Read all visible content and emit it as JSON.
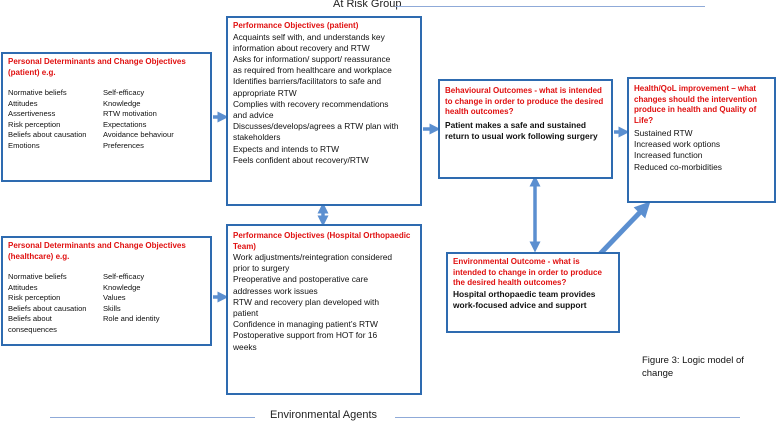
{
  "top_label": "At Risk Group",
  "bottom_label": "Environmental Agents",
  "boxes": {
    "pd_patient": {
      "title": "Personal Determinants and Change Objectives (patient) e.g.",
      "left": [
        "Normative beliefs",
        "Attitudes",
        "Assertiveness",
        "Risk perception",
        "Beliefs about causation",
        "Emotions"
      ],
      "right": [
        "Self-efficacy",
        "Knowledge",
        "RTW motivation",
        "Expectations",
        "Avoidance behaviour",
        "Preferences"
      ]
    },
    "pd_healthcare": {
      "title": "Personal Determinants and Change Objectives (healthcare) e.g.",
      "left": [
        "Normative beliefs",
        "Attitudes",
        "Risk perception",
        "Beliefs about causation",
        "Beliefs about consequences"
      ],
      "right": [
        "Self-efficacy",
        "Knowledge",
        "Values",
        "Skills",
        "Role and identity"
      ]
    },
    "po_patient": {
      "title": "Performance Objectives (patient)",
      "lines": [
        "Acquaints self with, and understands key",
        "information about recovery and RTW",
        "Asks for information/ support/ reassurance",
        "as required from healthcare and workplace",
        "Identifies barriers/facilitators to safe and",
        "appropriate RTW",
        "Complies with recovery recommendations",
        "and advice",
        "Discusses/develops/agrees a RTW plan with",
        "stakeholders",
        "Expects and intends to RTW",
        "Feels confident about recovery/RTW"
      ]
    },
    "po_hospital": {
      "title": "Performance Objectives (Hospital Orthopaedic Team)",
      "lines": [
        "Work adjustments/reintegration considered",
        "prior to surgery",
        "Preoperative and postoperative care",
        "addresses work issues",
        "RTW and recovery plan developed with",
        "patient",
        "Confidence in managing patient’s RTW",
        "Postoperative support from HOT for 16",
        "weeks"
      ]
    },
    "behavioural": {
      "title": "Behavioural Outcomes - what is intended to change in order to produce the desired health outcomes?",
      "lines": [
        "Patient makes a safe and sustained",
        "return to usual work following surgery"
      ]
    },
    "environmental": {
      "title": "Environmental Outcome - what is intended to change in order to produce the desired health outcomes?",
      "lines": [
        "Hospital orthopaedic team provides",
        "work-focused advice and support"
      ]
    },
    "health": {
      "title": "Health/QoL improvement – what changes should the intervention produce in health and Quality of Life?",
      "lines": [
        "Sustained RTW",
        "Increased work options",
        "Increased function",
        "Reduced co-morbidities"
      ]
    }
  },
  "caption": "Figure 3: Logic model of change",
  "colors": {
    "border": "#2e6bb0",
    "title": "#e01010",
    "arrow": "#5b8fd0",
    "rule": "#8faad8"
  }
}
